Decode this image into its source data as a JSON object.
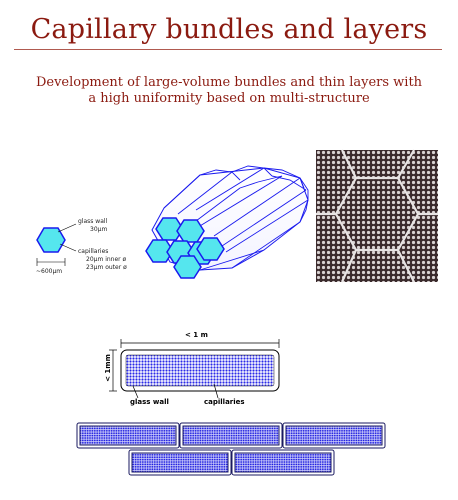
{
  "title": "Capillary bundles and layers",
  "subtitle": {
    "line1": "Development of large-volume bundles and thin layers with",
    "line2": "a high uniformity based on multi-structure"
  },
  "single_capillary": {
    "glass_wall_label": "glass wall",
    "glass_wall_size": "30µm",
    "capillaries_label": "capillaries",
    "inner_spec": "20µm inner ø",
    "outer_spec": "23µm outer ø",
    "width_label": "~600µm"
  },
  "layer": {
    "width_label": "< 1 m",
    "height_label": "< 1mm",
    "glass_wall_label": "glass wall",
    "capillaries_label": "capillaries"
  },
  "colors": {
    "title": "#8b1a10",
    "hex_fill": "#55e6ee",
    "bundle_outline": "#1a1aee",
    "layer_blue": "#2a2ae8",
    "micrograph_bg": "#3a2a2c"
  }
}
